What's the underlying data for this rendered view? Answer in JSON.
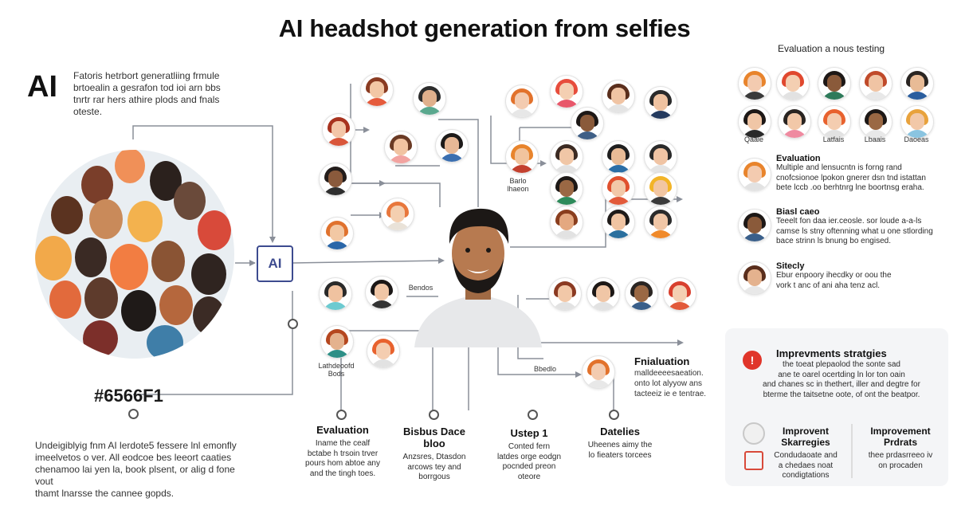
{
  "title": "AI headshot generation from selfies",
  "intro": {
    "ai_label": "AI",
    "lines": [
      "Fatoris hetrbort generatliing frmule",
      "brtoealin a gesrafon tod ioi arn bbs",
      "tnrtr rar hers athire plods and fnals",
      "oteste."
    ]
  },
  "chip_label": "AI",
  "hex_code": "#6566F1",
  "bottom_left_text": [
    "Undeigiblyig fnm AI lerdote5 fessere lnl emonfly",
    "imeelvetos o ver. All eodcoe bes leeort caaties",
    "chenamoo lai yen la, book plsent, or alig d fone vout",
    "thamt lnarsse the cannee gopds."
  ],
  "right_header": "Evaluation a nous testing",
  "grid_labels": [
    "Qaaie",
    "Latfais",
    "Lbaais",
    "Daoeas"
  ],
  "side_items": [
    {
      "title": "Evaluation",
      "lines": [
        "Multiple and lensucntn is forng rand",
        "cnofcsionoe lpokon gnerer dsn tnd istattan",
        "bete lccb .oo berhtnrg lne boortnsg eraha."
      ]
    },
    {
      "title": "Biasl caeo",
      "lines": [
        "Teeelt fon daa ier.ceosle. sor loude a-a-ls",
        "camse ls stny oftenning what u one stlording",
        "bace strinn ls bnung bo engised."
      ]
    },
    {
      "title": "Sitecly",
      "lines": [
        "Ebur enpoory ihecdky or oou the",
        "vork t anc of ani aha tenz acl."
      ]
    }
  ],
  "panel": {
    "title": "Imprevments stratgies",
    "lines": [
      "the toeat plepaolod the sonte sad",
      "ane te oarel ocertding ln lor ton oain",
      "and chanes sc in thethert, iller and degtre for",
      "bterme the taitsetne oote, of ont the beatpor."
    ],
    "col1_title": "Improvent Skarregies",
    "col1_lines": [
      "Condudaoate and",
      "a chedaes noat",
      "condigtations"
    ],
    "col2_title": "Improvement Prdrats",
    "col2_lines": [
      "thee prdasrreeo iv",
      "on procaden"
    ]
  },
  "bottom_steps": [
    {
      "title": "Evaluation",
      "lines": [
        "Iname the cealf",
        "bctabe h trsoin trver",
        "pours hom abtoe any",
        "and the tingh toes."
      ]
    },
    {
      "title": "Bisbus Dace bloo",
      "lines": [
        "Anzsres, Dtasdon",
        "arcows tey and",
        "borrgous"
      ]
    },
    {
      "title": "Ustep 1",
      "lines": [
        "Conted fern",
        "latdes orge eodgn",
        "pocnded preon oteore"
      ]
    },
    {
      "title": "Datelies",
      "lines": [
        "Uheenes aimy the",
        "lo fieaters torcees"
      ]
    }
  ],
  "finalization": {
    "title": "Fnialuation",
    "lines": [
      "malldeeeesaeation.",
      "onto lot alyyow ans",
      "tacteeiz ie e tentrae."
    ]
  },
  "small_labels": {
    "mid_right": "Barlo lhaeon",
    "center_label": "Bendos",
    "lower_left_avatar": "Lathdeoofd Bods",
    "arrow_label": "Bbedlo"
  }
}
